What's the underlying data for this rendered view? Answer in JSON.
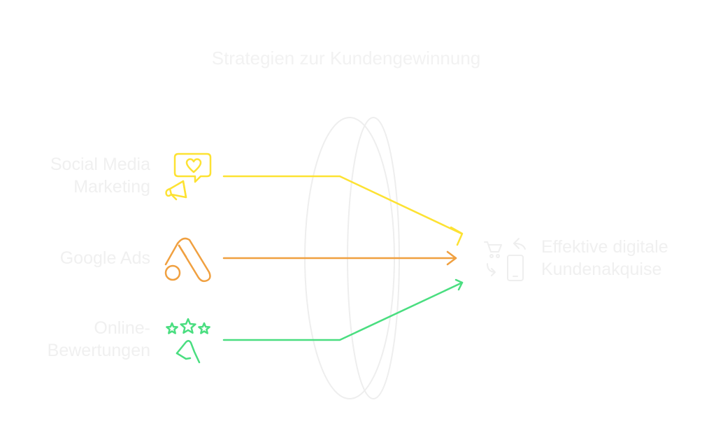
{
  "title": "Strategien zur Kundengewinnung",
  "inputs": [
    {
      "line1": "Social Media",
      "line2": "Marketing",
      "icon": "megaphone-heart-icon",
      "color": "#fde233"
    },
    {
      "line1": "Google Ads",
      "line2": "",
      "icon": "google-ads-icon",
      "color": "#f0a040"
    },
    {
      "line1": "Online-",
      "line2": "Bewertungen",
      "icon": "stars-review-icon",
      "color": "#4ade80"
    }
  ],
  "output": {
    "line1": "Effektive digitale",
    "line2": "Kundenakquise",
    "icon": "shopping-cart-mobile-icon"
  },
  "colors": {
    "lens": "#eeeeee",
    "label": "#f0f0f0",
    "output_icon": "#eeeeee"
  }
}
